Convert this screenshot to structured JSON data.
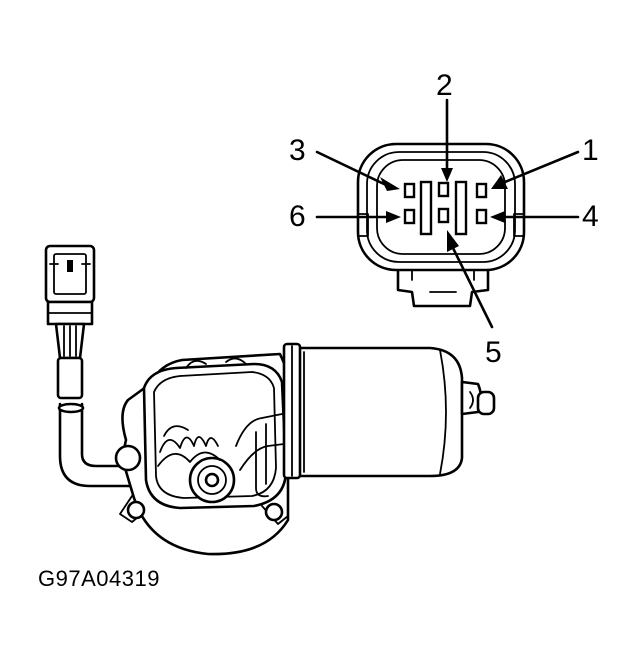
{
  "figure": {
    "id": "G97A04319"
  },
  "connector": {
    "pins": [
      {
        "number": "1"
      },
      {
        "number": "2"
      },
      {
        "number": "3"
      },
      {
        "number": "4"
      },
      {
        "number": "5"
      },
      {
        "number": "6"
      }
    ]
  },
  "colors": {
    "ink": "#000000",
    "paper": "#ffffff"
  }
}
